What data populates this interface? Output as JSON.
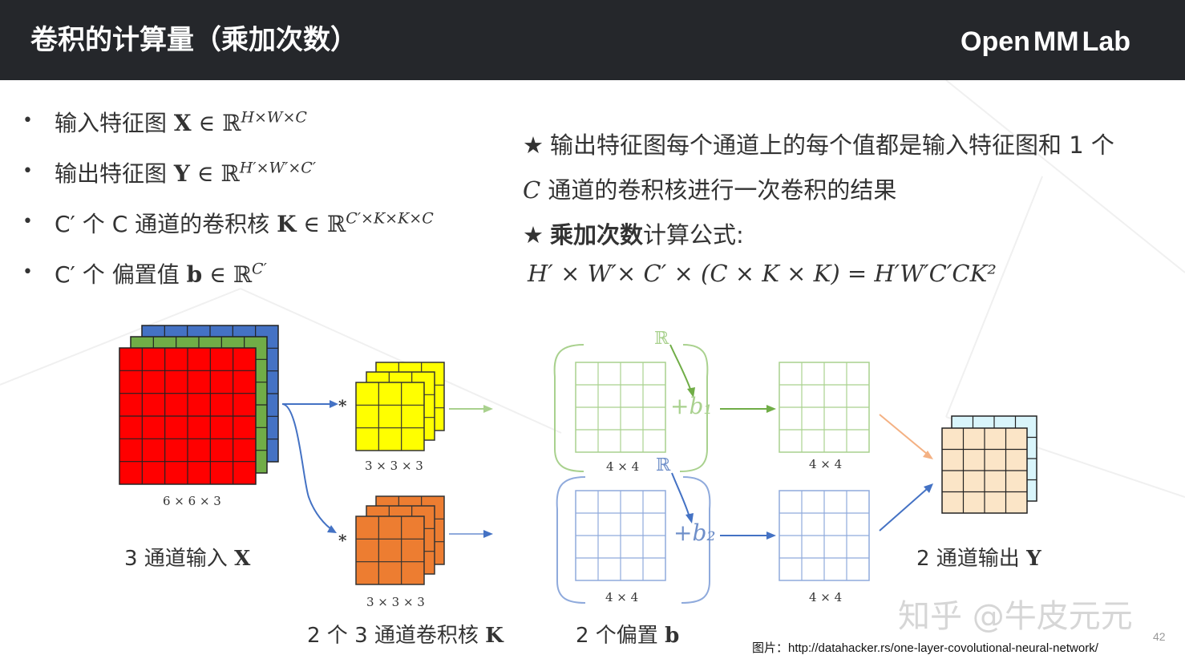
{
  "header": {
    "title": "卷积的计算量（乘加次数）",
    "logo_left": "Open",
    "logo_mid": "MM",
    "logo_right": "Lab"
  },
  "bullets": [
    {
      "pre": "输入特征图 ",
      "sym": "X",
      "rel": " ∈ ℝ",
      "sup": "H×W×C"
    },
    {
      "pre": "输出特征图 ",
      "sym": "Y",
      "rel": " ∈ ℝ",
      "sup": "H′×W′×C′"
    },
    {
      "pre": "C′ 个 C 通道的卷积核 ",
      "sym": "K",
      "rel": " ∈ ℝ",
      "sup": "C′×K×K×C"
    },
    {
      "pre": "C′ 个 偏置值 ",
      "sym": "b",
      "rel": " ∈ ℝ",
      "sup": "C′"
    }
  ],
  "bullet_mark": "•",
  "right": {
    "star": "★",
    "line1": "输出特征图每个通道上的每个值都是输入特征图和 1 个",
    "line2_sym": "C",
    "line2": " 通道的卷积核进行一次卷积的结果",
    "line3_bold": "乘加次数",
    "line3": "计算公式:",
    "formula": "H′ × W′× C′ × (C × K × K) = H′W′C′CK²"
  },
  "diagram": {
    "input_dim": "6 × 6 × 3",
    "input_caption": "3 通道输入 ",
    "input_sym": "X",
    "kernel_dim_1": "3 × 3 × 3",
    "kernel_dim_2": "3 × 3 × 3",
    "kernel_caption": "2 个 3 通道卷积核 ",
    "kernel_sym": "K",
    "conv_op": "*",
    "map_dim_1": "4 × 4",
    "map_dim_2": "4 × 4",
    "out_dim_1": "4 × 4",
    "out_dim_2": "4 × 4",
    "bias_1": "+b₁",
    "bias_2": "+b₂",
    "real_symbol": "ℝ",
    "bias_caption": "2 个偏置 ",
    "bias_sym": "b",
    "output_caption": "2 通道输出 ",
    "output_sym": "Y",
    "colors": {
      "red": "#ff0000",
      "green": "#70ad47",
      "blue": "#4472c4",
      "yellow": "#ffff00",
      "orange": "#ed7d31",
      "light_green": "#a9d18e",
      "light_blue": "#8faadc",
      "peach": "#fbe5c7",
      "cyan": "#d9f5fb"
    }
  },
  "credit": "图片：http://datahacker.rs/one-layer-covolutional-neural-network/",
  "page_number": "42",
  "watermark": "知乎 @牛皮元元"
}
